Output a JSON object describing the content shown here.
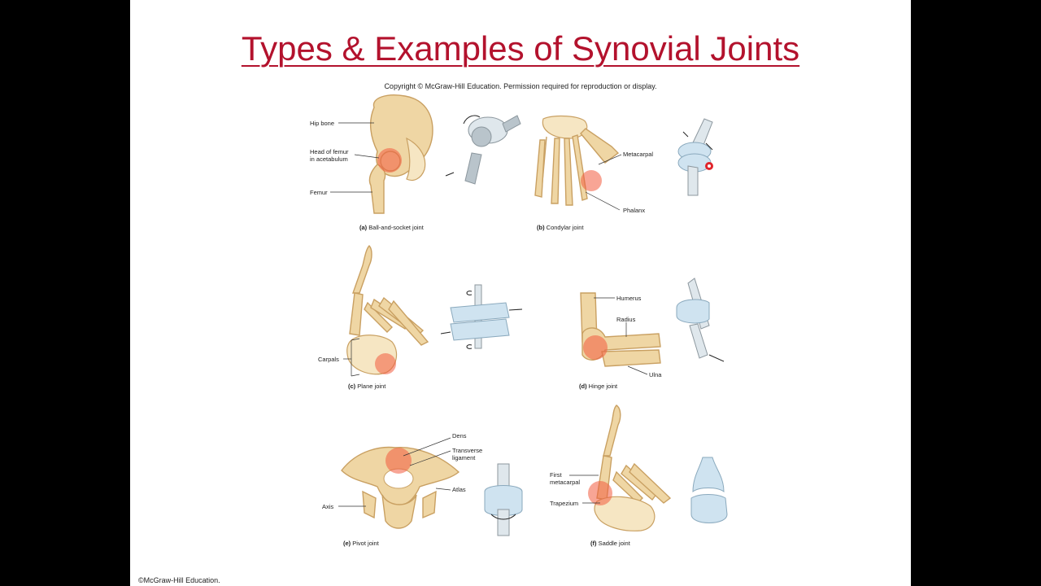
{
  "title": "Types & Examples of Synovial Joints",
  "copyright": "Copyright © McGraw-Hill Education. Permission required for reproduction or display.",
  "footer": "©McGraw-Hill Education.",
  "colors": {
    "title": "#b3122d",
    "highlight": "#f25b3e",
    "bone": "#efd6a4"
  },
  "panels": {
    "a": {
      "caption_letter": "(a)",
      "caption": "Ball-and-socket joint",
      "labels": {
        "hip_bone": "Hip bone",
        "head_of_femur_1": "Head of femur",
        "head_of_femur_2": "in acetabulum",
        "femur": "Femur"
      }
    },
    "b": {
      "caption_letter": "(b)",
      "caption": "Condylar joint",
      "labels": {
        "metacarpal": "Metacarpal",
        "phalanx": "Phalanx"
      }
    },
    "c": {
      "caption_letter": "(c)",
      "caption": "Plane joint",
      "labels": {
        "carpals": "Carpals"
      }
    },
    "d": {
      "caption_letter": "(d)",
      "caption": "Hinge joint",
      "labels": {
        "humerus": "Humerus",
        "radius": "Radius",
        "ulna": "Ulna"
      }
    },
    "e": {
      "caption_letter": "(e)",
      "caption": "Pivot joint",
      "labels": {
        "dens": "Dens",
        "transverse_1": "Transverse",
        "transverse_2": "ligament",
        "atlas": "Atlas",
        "axis": "Axis"
      }
    },
    "f": {
      "caption_letter": "(f)",
      "caption": "Saddle joint",
      "labels": {
        "first_metacarpal_1": "First",
        "first_metacarpal_2": "metacarpal",
        "trapezium": "Trapezium"
      }
    }
  }
}
